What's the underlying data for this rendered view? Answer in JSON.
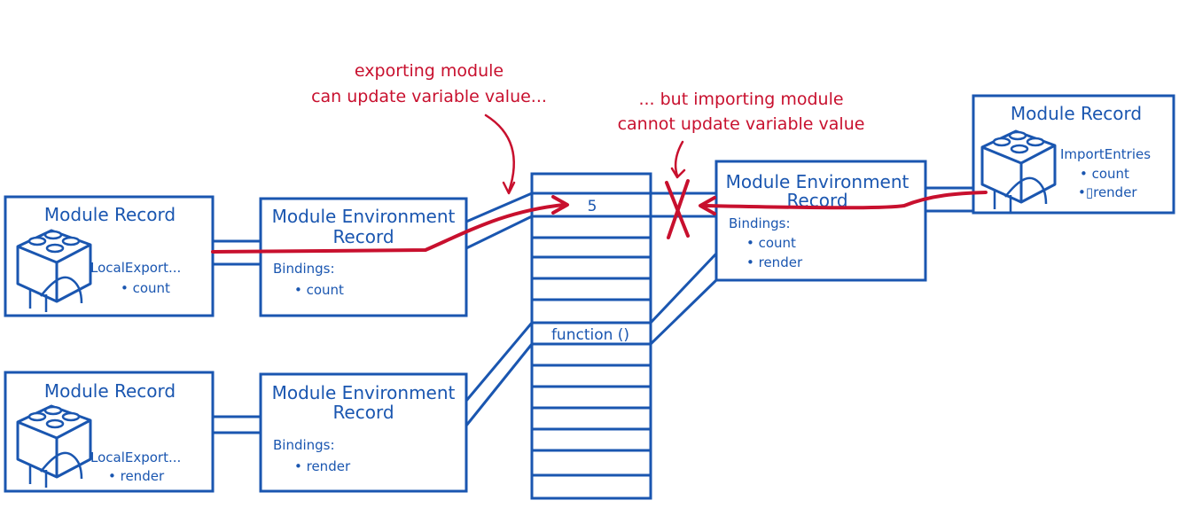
{
  "colors": {
    "primary": "#1a56b0",
    "accent": "#c8102e",
    "background": "#ffffff"
  },
  "annotations": {
    "exporting_line1": "exporting module",
    "exporting_line2": "can update variable value...",
    "importing_line1": "... but importing module",
    "importing_line2": "cannot update variable value"
  },
  "module_record_1": {
    "title": "Module Record",
    "entries_label": "LocalExport...",
    "entry1": "• count",
    "icon": "lego-brick-icon"
  },
  "module_record_2": {
    "title": "Module Record",
    "entries_label": "LocalExport...",
    "entry1": "• render",
    "icon": "lego-brick-icon"
  },
  "module_record_3": {
    "title": "Module Record",
    "entries_label": "ImportEntries",
    "entry1": "• count",
    "entry2": "•▯render",
    "icon": "lego-brick-icon"
  },
  "env_record_1": {
    "title_line1": "Module Environment",
    "title_line2": "Record",
    "bindings_label": "Bindings:",
    "binding1": "• count"
  },
  "env_record_2": {
    "title_line1": "Module Environment",
    "title_line2": "Record",
    "bindings_label": "Bindings:",
    "binding1": "• render"
  },
  "env_record_3": {
    "title_line1": "Module Environment",
    "title_line2": "Record",
    "bindings_label": "Bindings:",
    "binding1": "• count",
    "binding2": "• render"
  },
  "memory": {
    "count_value": "5",
    "render_value": "function ()"
  },
  "blocked_mark": "x-mark-icon"
}
